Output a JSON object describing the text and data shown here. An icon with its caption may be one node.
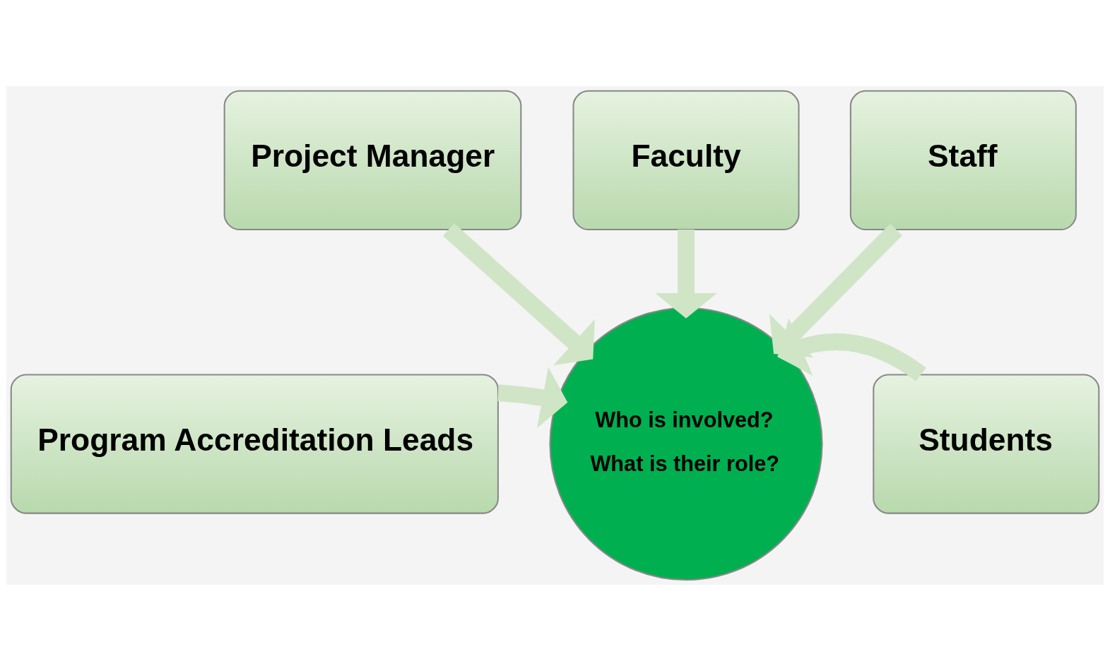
{
  "diagram": {
    "nodes": [
      {
        "text": [
          "Project Manager"
        ]
      },
      {
        "text": [
          "Faculty"
        ]
      },
      {
        "text": [
          "Staff"
        ]
      },
      {
        "text": [
          "Program Accreditation Leads"
        ]
      },
      {
        "text": [
          "Who is involved?",
          "What is their role?"
        ]
      },
      {
        "text": [
          "Students"
        ]
      }
    ],
    "edges": [
      {
        "from": 0,
        "to": 4,
        "arrow": "to"
      },
      {
        "from": 1,
        "to": 4,
        "arrow": "to"
      },
      {
        "from": 2,
        "to": 4,
        "arrow": "to"
      },
      {
        "from": 3,
        "to": 4,
        "arrow": "to"
      },
      {
        "from": 5,
        "to": 4,
        "arrow": "to"
      }
    ]
  }
}
